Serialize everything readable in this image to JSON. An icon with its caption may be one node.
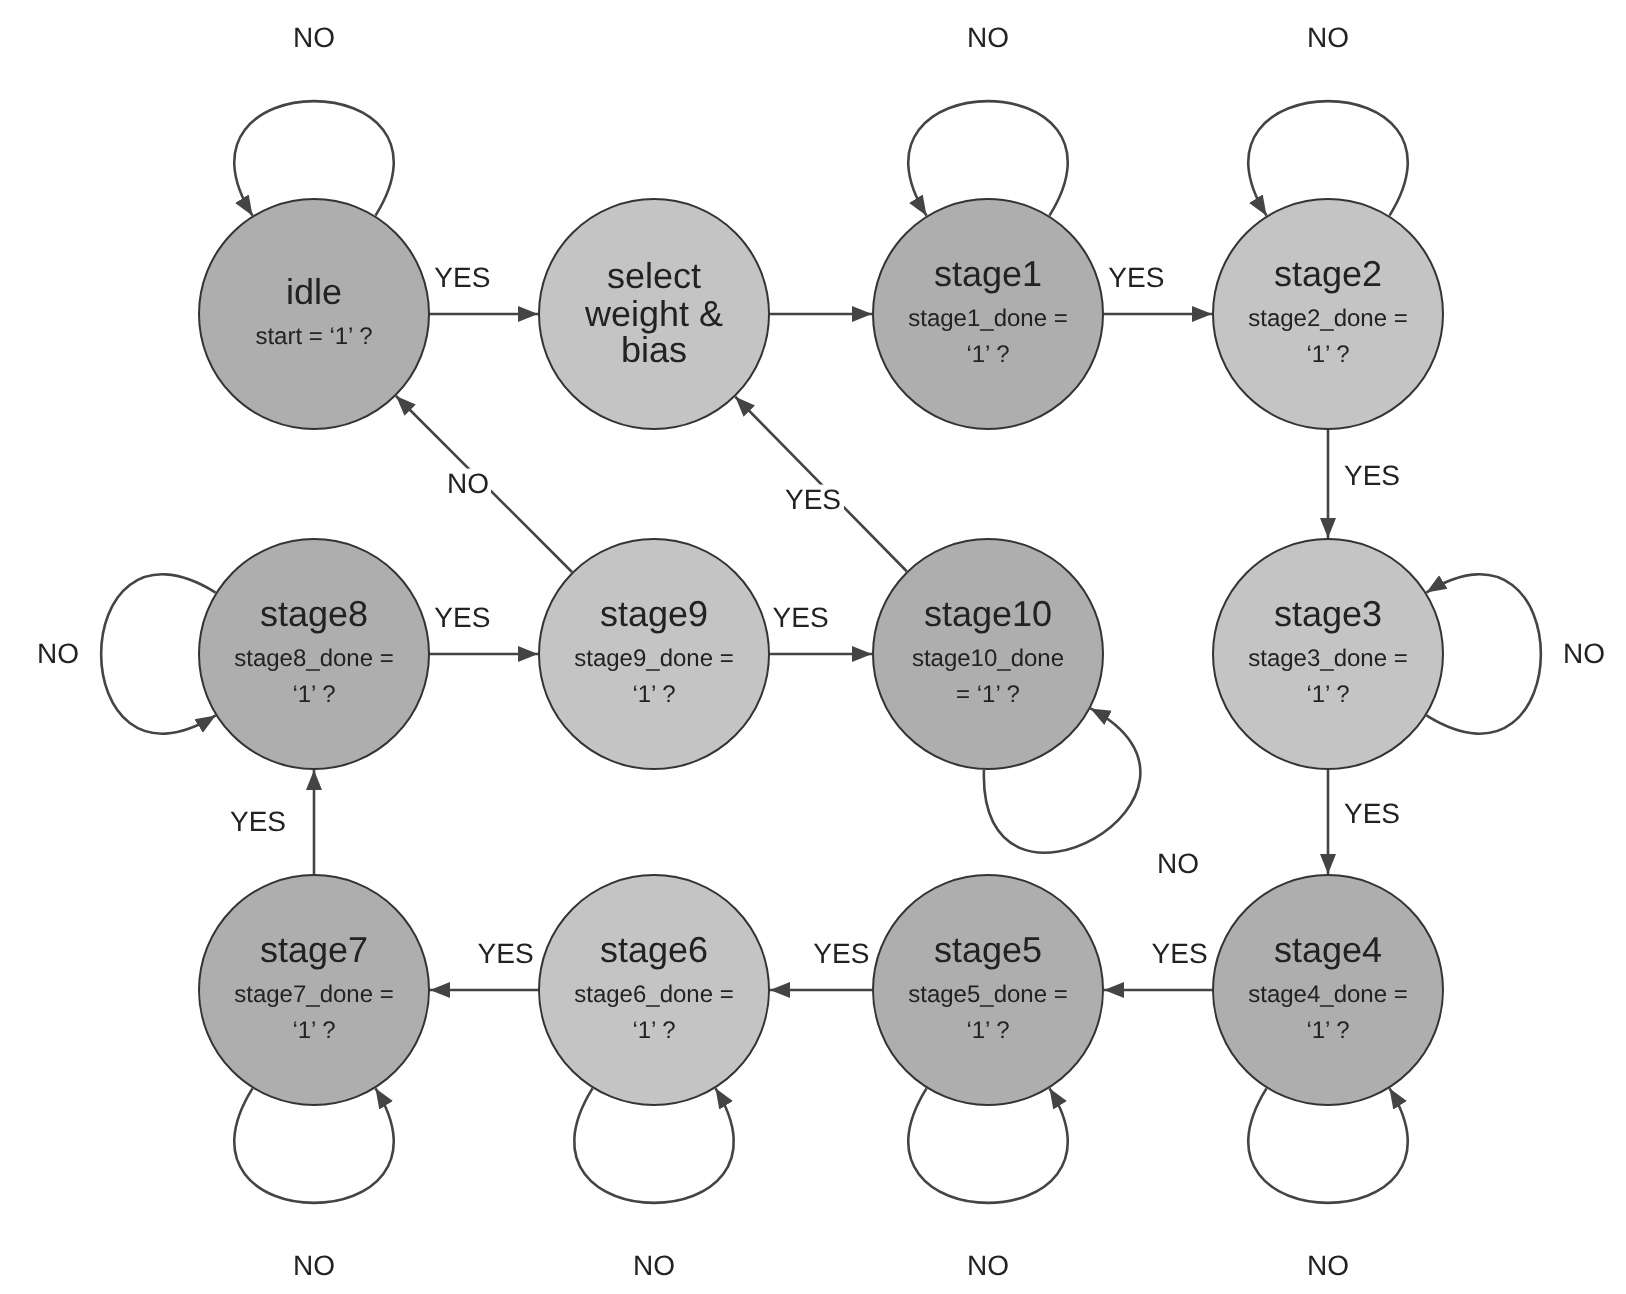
{
  "diagram": {
    "nodes": [
      {
        "text": [
          "idle",
          "start = ‘1’ ?"
        ]
      },
      {
        "text": [
          "select weight & bias"
        ]
      },
      {
        "text": [
          "stage1",
          "stage1_done = ‘1’ ?"
        ]
      },
      {
        "text": [
          "stage2",
          "stage2_done = ‘1’ ?"
        ]
      },
      {
        "text": [
          "stage8",
          "stage8_done = ‘1’ ?"
        ]
      },
      {
        "text": [
          "stage9",
          "stage9_done = ‘1’ ?"
        ]
      },
      {
        "text": [
          "stage10",
          "stage10_done = ‘1’ ?"
        ]
      },
      {
        "text": [
          "stage3",
          "stage3_done = ‘1’ ?"
        ]
      },
      {
        "text": [
          "stage7",
          "stage7_done = ‘1’ ?"
        ]
      },
      {
        "text": [
          "stage6",
          "stage6_done = ‘1’ ?"
        ]
      },
      {
        "text": [
          "stage5",
          "stage5_done = ‘1’ ?"
        ]
      },
      {
        "text": [
          "stage4",
          "stage4_done = ‘1’ ?"
        ]
      }
    ],
    "edges": [
      {
        "from": 0,
        "to": 0,
        "arrow": "to",
        "label": "NO"
      },
      {
        "from": 0,
        "to": 1,
        "arrow": "to",
        "label": "YES"
      },
      {
        "from": 1,
        "to": 2,
        "arrow": "to"
      },
      {
        "from": 2,
        "to": 2,
        "arrow": "to",
        "label": "NO"
      },
      {
        "from": 2,
        "to": 3,
        "arrow": "to",
        "label": "YES"
      },
      {
        "from": 3,
        "to": 3,
        "arrow": "to",
        "label": "NO"
      },
      {
        "from": 3,
        "to": 7,
        "arrow": "to",
        "label": "YES"
      },
      {
        "from": 7,
        "to": 7,
        "arrow": "to",
        "label": "NO"
      },
      {
        "from": 7,
        "to": 11,
        "arrow": "to",
        "label": "YES"
      },
      {
        "from": 11,
        "to": 11,
        "arrow": "to",
        "label": "NO"
      },
      {
        "from": 11,
        "to": 10,
        "arrow": "to",
        "label": "YES"
      },
      {
        "from": 10,
        "to": 10,
        "arrow": "to",
        "label": "NO"
      },
      {
        "from": 10,
        "to": 9,
        "arrow": "to",
        "label": "YES"
      },
      {
        "from": 9,
        "to": 9,
        "arrow": "to",
        "label": "NO"
      },
      {
        "from": 9,
        "to": 8,
        "arrow": "to",
        "label": "YES"
      },
      {
        "from": 8,
        "to": 8,
        "arrow": "to",
        "label": "NO"
      },
      {
        "from": 8,
        "to": 4,
        "arrow": "to",
        "label": "YES"
      },
      {
        "from": 4,
        "to": 4,
        "arrow": "to",
        "label": "NO"
      },
      {
        "from": 4,
        "to": 5,
        "arrow": "to",
        "label": "YES"
      },
      {
        "from": 5,
        "to": 6,
        "arrow": "to",
        "label": "YES"
      },
      {
        "from": 5,
        "to": 0,
        "arrow": "to",
        "label": "NO"
      },
      {
        "from": 6,
        "to": 1,
        "arrow": "to",
        "label": "YES"
      },
      {
        "from": 6,
        "to": 6,
        "arrow": "to",
        "label": "NO"
      }
    ]
  }
}
